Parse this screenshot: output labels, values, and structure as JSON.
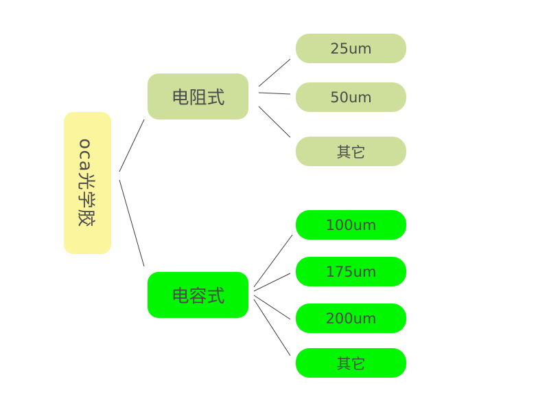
{
  "colors": {
    "root_fill": "#fbf59d",
    "resistive_fill": "#cddf9a",
    "capacitive_fill": "#00f700",
    "text": "#4a4a4a",
    "line": "#3a3a3a",
    "background": "#ffffff"
  },
  "root": {
    "label": "oca光学胶"
  },
  "resistive": {
    "label": "电阻式",
    "children": [
      "25um",
      "50um",
      "其它"
    ]
  },
  "capacitive": {
    "label": "电容式",
    "children": [
      "100um",
      "175um",
      "200um",
      "其它"
    ]
  }
}
